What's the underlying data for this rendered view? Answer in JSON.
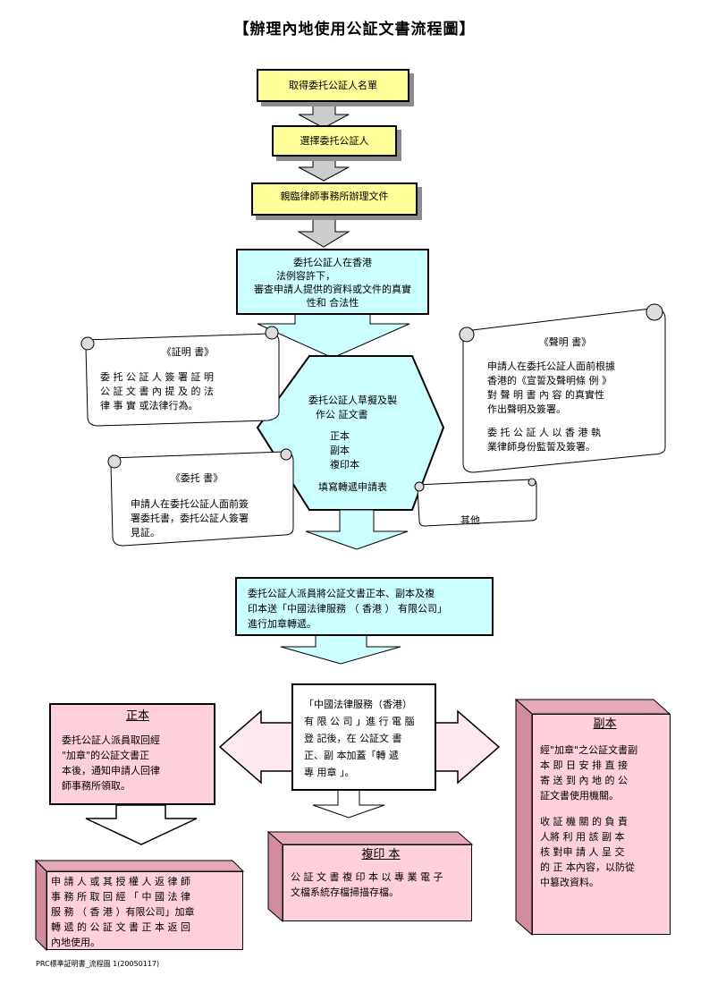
{
  "title": "【辦理內地使用公証文書流程圖】",
  "steps": {
    "step1": "取得委托公証人名單",
    "step2": "選擇委托公証人",
    "step3": "親臨律師事務所辦理文件"
  },
  "review": {
    "lines": [
      "委托公証人在香港",
      "法例容許下，",
      "審查申請人提供的資料或文件的真實",
      "性和 合法性"
    ]
  },
  "draft": {
    "lines": [
      "委托公証人草擬及製",
      "作公 証文書"
    ],
    "items": [
      "正本",
      "副本",
      "複印本"
    ],
    "form": "填寫轉遞申請表"
  },
  "certificate": {
    "title": "《証明 書》",
    "lines": [
      "委 托 公 証 人 簽 署 証 明",
      "公 証 文 書 內 提 及 的 法",
      "律 事 實 或法律行為。"
    ]
  },
  "declaration": {
    "title": "《聲明 書》",
    "lines": [
      "申請人在委托公証人面前根據",
      "香港的《宣誓及聲明條 例 》",
      "對 聲 明 書 內 容 的真實性",
      "作出聲明及簽署。",
      "",
      "委 托 公 証 人 以 香 港 執",
      "業律師身份監誓及簽署。"
    ]
  },
  "authorization": {
    "title": "《委托 書》",
    "lines": [
      "申請人在委托公証人面前簽",
      "署委托書，委托公証人簽署",
      "見証。"
    ]
  },
  "other": {
    "label": "其他"
  },
  "dispatch": {
    "lines": [
      "委托公証人派員將公証文書正本、副本及複",
      "印本送「中國法律服務 （ 香港 ） 有限公司」",
      "進行加章轉遞。"
    ]
  },
  "china_legal": {
    "lines": [
      "「中國法律服務（香港）",
      "有 限 公 司 」進 行 電 腦",
      "登 記後，在 公証文 書",
      "正、副 本加蓋「轉 遞",
      "專 用章 」。"
    ]
  },
  "original": {
    "title": "正本",
    "lines": [
      "委托公証人派員取回經",
      "\"加章\"的公証文書正",
      "本後，通知申請人回律",
      "師事務所領取。"
    ]
  },
  "duplicate": {
    "title": "副本",
    "lines": [
      "經\"加章\"之公証文書副",
      "本 即 日 安 排 直 接",
      "寄 送 到 內 地 的 公",
      "証文書使用機關。",
      "",
      "收 証 機 關 的 負 責",
      "人將 利 用 該 副 本",
      "核 對申 請 人 呈 交",
      "的 正 本內容，以防從",
      "中篡改資料。"
    ]
  },
  "copy": {
    "title": "複印 本",
    "lines": [
      "公 証 文 書 複 印 本 以 專 業 電 子",
      "文檔系統存檔掃描存檔。"
    ]
  },
  "collect": {
    "lines": [
      "申 請 人 或 其 授 權 人 返 律 師",
      "事 務 所 取 回 經 「 中 國 法 律",
      "服 務 （ 香 港 ）有限公司」加章",
      "轉 遞 的 公 証 文 書 正 本 返 回",
      "內地使用。"
    ]
  },
  "footer": "PRC標準証明書_流程圖 1(20050117)",
  "colors": {
    "yellow": "#ffff99",
    "cyan": "#ccffff",
    "pink": "#ffcfdb",
    "light_pink": "#ffe9ee"
  }
}
